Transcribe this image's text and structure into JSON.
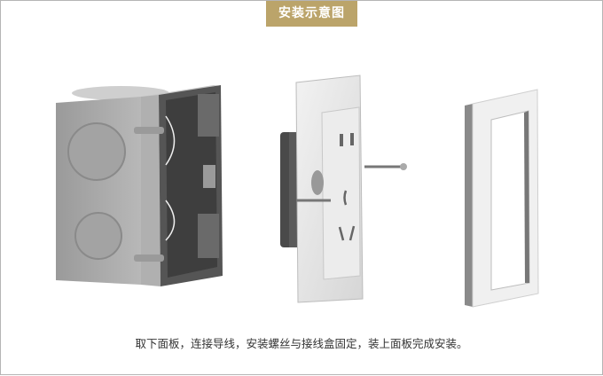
{
  "header": {
    "badge_label": "安装示意图",
    "badge_color": "#bba46a"
  },
  "illustration": {
    "items": [
      {
        "name": "junction-box",
        "description": "grey plastic wall mounting box"
      },
      {
        "name": "socket-module",
        "description": "five-hole wall socket with screws"
      },
      {
        "name": "cover-frame",
        "description": "white decorative front frame"
      }
    ]
  },
  "caption": {
    "text": "取下面板，连接导线，安装螺丝与接线盒固定，装上面板完成安装。"
  }
}
